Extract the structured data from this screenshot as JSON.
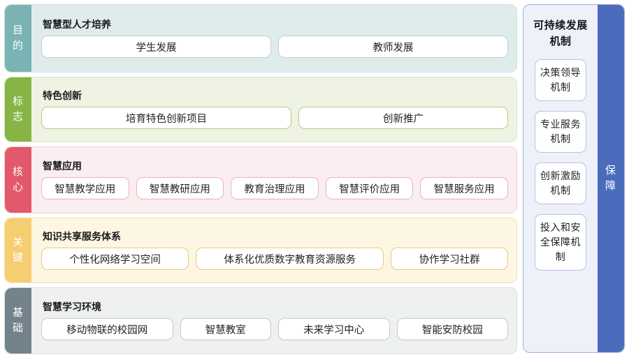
{
  "diagram": {
    "rows": [
      {
        "tab_chars": [
          "目",
          "的"
        ],
        "tab_label": "目的",
        "title": "智慧型人才培养",
        "accent": "#7ab3b3",
        "items": [
          "学生发展",
          "教师发展"
        ]
      },
      {
        "tab_chars": [
          "标",
          "志"
        ],
        "tab_label": "标志",
        "title": "特色创新",
        "accent": "#86b446",
        "items": [
          "培育特色创新项目",
          "创新推广"
        ]
      },
      {
        "tab_chars": [
          "核",
          "心"
        ],
        "tab_label": "核心",
        "title": "智慧应用",
        "accent": "#e2596b",
        "items": [
          "智慧教学应用",
          "智慧教研应用",
          "教育治理应用",
          "智慧评价应用",
          "智慧服务应用"
        ]
      },
      {
        "tab_chars": [
          "关",
          "键"
        ],
        "tab_label": "关键",
        "title": "知识共享服务体系",
        "accent": "#f5ce72",
        "items": [
          "个性化网络学习空间",
          "体系化优质数字教育资源服务",
          "协作学习社群"
        ]
      },
      {
        "tab_chars": [
          "基",
          "础"
        ],
        "tab_label": "基础",
        "title": "智慧学习环境",
        "accent": "#74828c",
        "items": [
          "移动物联的校园网",
          "智慧教室",
          "未来学习中心",
          "智能安防校园"
        ]
      }
    ],
    "guarantee": {
      "title": "可持续发展机制",
      "strip_chars": [
        "保",
        "障"
      ],
      "strip_label": "保障",
      "strip_color": "#4b6bbd",
      "mechanisms": [
        "决策领导机制",
        "专业服务机制",
        "创新激励机制",
        "投入和安全保障机制"
      ]
    }
  }
}
